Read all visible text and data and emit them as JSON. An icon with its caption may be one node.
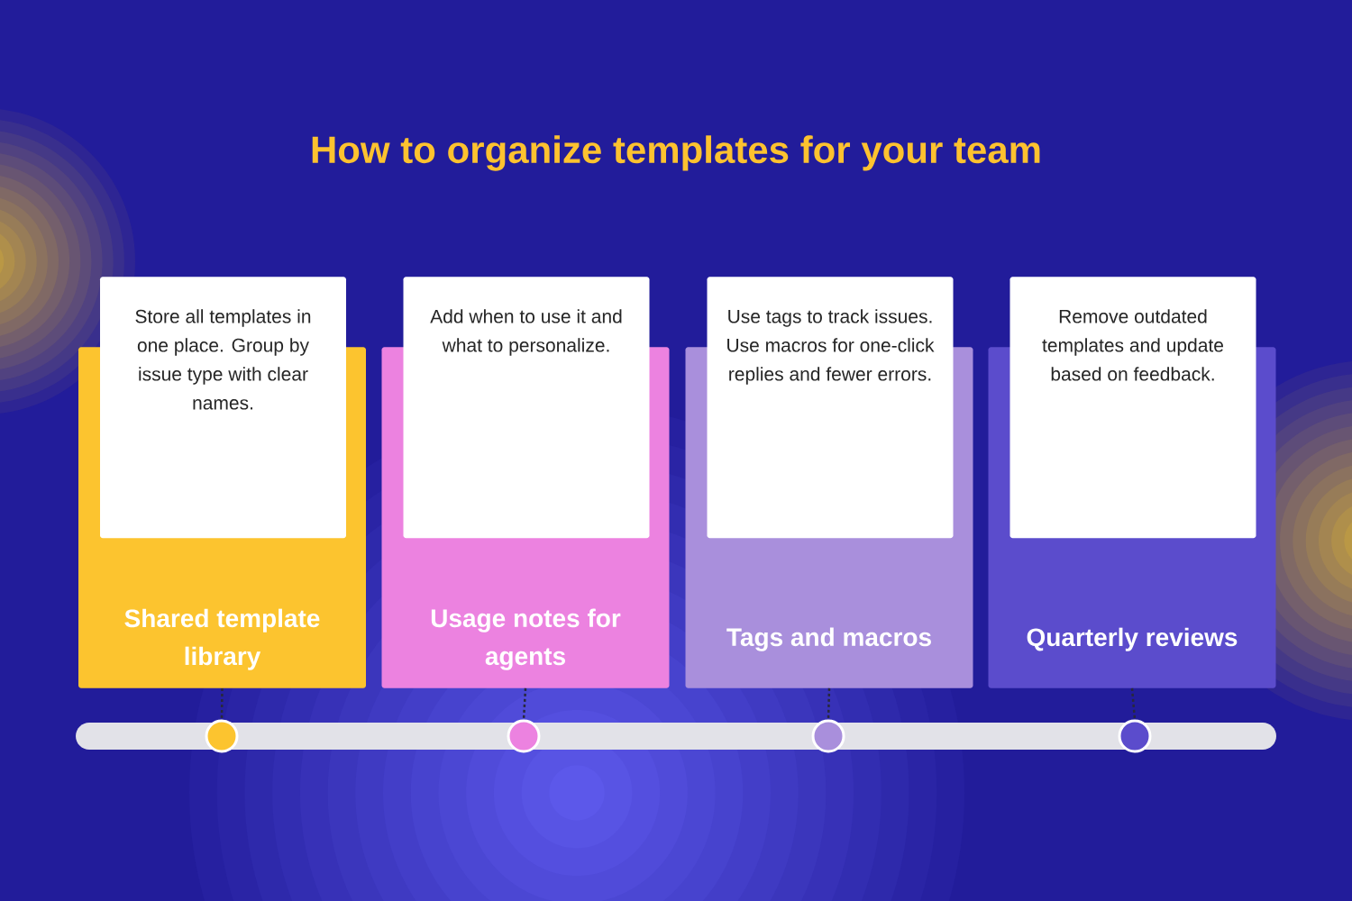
{
  "diagram": {
    "title": "How to organize templates for your team",
    "nodes": [
      {
        "text": [
          "Shared template library"
        ]
      },
      {
        "text": [
          "Store all templates in one place. Group by issue type with clear names."
        ]
      },
      {
        "text": [
          "Usage notes for agents"
        ]
      },
      {
        "text": [
          "Add when to use it and what to personalize."
        ]
      },
      {
        "text": [
          "Tags and macros"
        ]
      },
      {
        "text": [
          "Use tags to track issues. Use macros for one-click replies and fewer errors."
        ]
      },
      {
        "text": [
          "Quarterly reviews"
        ]
      },
      {
        "text": [
          "Remove outdated templates and update based on feedback."
        ]
      },
      {
        "text": [],
        "shape": "bar"
      },
      {
        "text": [],
        "shape": "circle",
        "in": 8
      },
      {
        "text": [],
        "shape": "circle",
        "in": 8
      },
      {
        "text": [],
        "shape": "circle",
        "in": 8
      },
      {
        "text": [],
        "shape": "circle",
        "in": 8
      }
    ],
    "edges": [
      {
        "from": 0,
        "to": 9,
        "arrow": "none",
        "style": "dashed"
      },
      {
        "from": 2,
        "to": 10,
        "arrow": "none",
        "style": "dashed"
      },
      {
        "from": 4,
        "to": 11,
        "arrow": "none",
        "style": "dashed"
      },
      {
        "from": 6,
        "to": 12,
        "arrow": "none",
        "style": "dashed"
      }
    ]
  }
}
